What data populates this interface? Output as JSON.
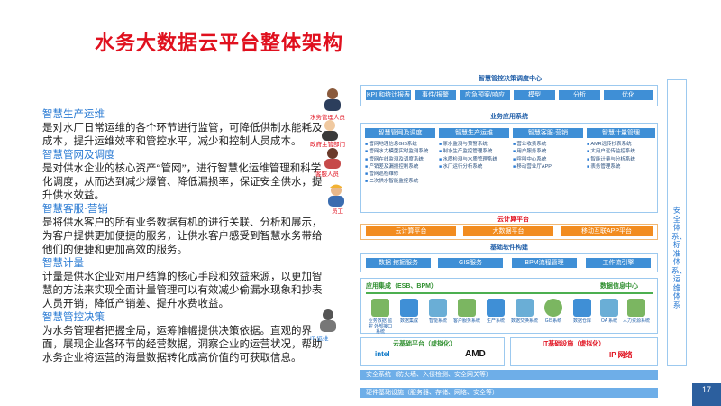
{
  "title": "水务大数据云平台整体架构",
  "sections": [
    {
      "heading": "智慧生产运维",
      "body": "是对水厂日常运维的各个环节进行监管，可降低供制水能耗及成本，提升运维效率和管控水平，减少和控制人员成本。"
    },
    {
      "heading": "智慧管网及调度",
      "body": "是对供水企业的核心资产“管网”，进行智慧化运维管理和科学化调度，从而达到减少爆管、降低漏损率，保证安全供水，提升供水效益。"
    },
    {
      "heading": "智慧客服·营销",
      "body": "是将供水客户的所有业务数据有机的进行关联、分析和展示，为客户提供更加便捷的服务，让供水客户感受到智慧水务带给他们的便捷和更加高效的服务。"
    },
    {
      "heading": "智慧计量",
      "body": "计量是供水企业对用户结算的核心手段和效益来源，以更加智慧的方法来实现全面计量管理可以有效减少偷漏水现象和抄表人员开销，降低产销差、提升水费收益。"
    },
    {
      "heading": "智慧管控决策",
      "body": "为水务管理者把握全局，运筹帷幄提供决策依据。直观的界面，展现企业各环节的经营数据，洞察企业的运营状况，帮助水务企业将运营的海量数据转化成高价值的可获取信息。"
    }
  ],
  "diagram": {
    "top_label": "智慧管控决策调度中心",
    "top_items": [
      "KPI 和统计报表",
      "事件/报警",
      "应急预案/响应",
      "模型",
      "分析",
      "优化"
    ],
    "app_label": "业务应用系统",
    "app_columns": [
      {
        "title": "智慧管网及调度",
        "items": [
          "管网地理信息GIS系统",
          "管网水力模型实时监测系统",
          "管网在线监测及调度系统",
          "产销差及漏损控制系统",
          "管网巡检维修",
          "二次供水智能监控系统"
        ]
      },
      {
        "title": "智慧生产运维",
        "items": [
          "原水监测与预警系统",
          "制水生产监控管理系统",
          "水质检测与水质管理系统",
          "水厂运行分析系统"
        ]
      },
      {
        "title": "智慧客服·营销",
        "items": [
          "营业收费系统",
          "用户服务系统",
          "呼叫中心系统",
          "移动营业厅APP"
        ]
      },
      {
        "title": "智慧计量管理",
        "items": [
          "AMR远传抄表系统",
          "大用户远传监控系统",
          "智能计量与分析系统",
          "表务管理系统"
        ]
      }
    ],
    "cloud_label": "云计算平台",
    "cloud_items": [
      "云计算平台",
      "大数据平台",
      "移动互联APP平台"
    ],
    "base_label": "基础软件构建",
    "base_items": [
      "数据  挖掘服务",
      "GIS服务",
      "BPM流程管理",
      "工作流引擎"
    ],
    "integration_label": "应用集成（ESB、BPM）",
    "data_center_label": "数据信息中心",
    "integration_icons": [
      "业务数据 监控 外部接口系统",
      "数据集成",
      "智能系统",
      "客户服务系统",
      "生产系统",
      "数据交换系统",
      "GIS系统",
      "数据仓库",
      "OA 系统",
      "人力资源系统"
    ],
    "cloud_infra_label": "云基础平台（虚拟化）",
    "it_infra_label": "IT基础设施（虚拟化）",
    "vendor_logos": [
      "intel",
      "AMD",
      "IP 网络"
    ],
    "security_bar": "安全系统（防火墙、入侵检测、安全网关等）",
    "hardware_bar": "硬件基础设施（服务器、存储、网络、安全等）",
    "roles": [
      "水务管理人员",
      "政府主管部门",
      "客服人员",
      "员工"
    ],
    "it_ops_label": "IT 运维",
    "side_label": "安全体系、标准体系、运维体系"
  },
  "page_number": "17"
}
